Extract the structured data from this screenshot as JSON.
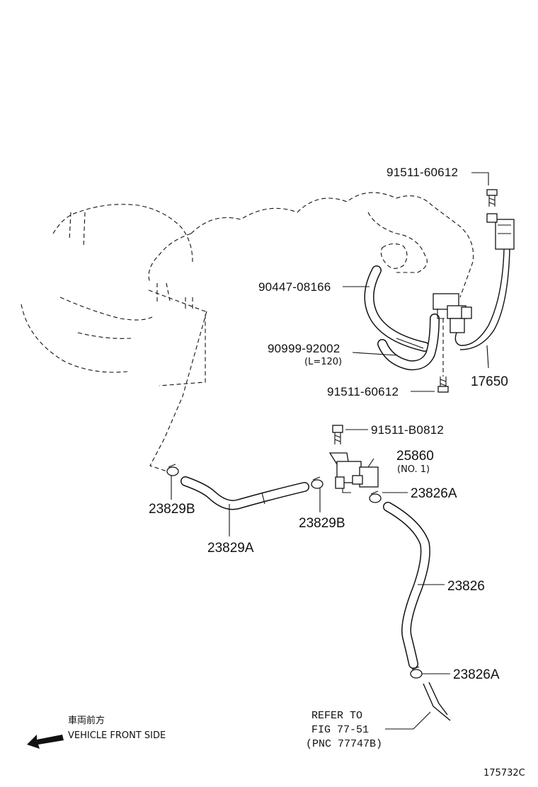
{
  "parts": {
    "bolt_top": "91511-60612",
    "hose_upper": "90447-08166",
    "hose_lower": "90999-92002",
    "hose_lower_length": "(L=120)",
    "bolt_mid": "91511-60612",
    "harness": "17650",
    "bolt_b": "91511-B0812",
    "vsv": "25860",
    "vsv_no": "(NO. 1)",
    "clamp_a1": "23826A",
    "clamp_b_left": "23829B",
    "hose_a": "23829A",
    "clamp_b_right": "23829B",
    "hose_main": "23826",
    "clamp_a2": "23826A"
  },
  "refer": {
    "line1": "REFER TO",
    "line2": "FIG 77-51",
    "line3": "(PNC 77747B)"
  },
  "front_note": {
    "jp": "車両前方",
    "en": "VEHICLE FRONT SIDE"
  },
  "figure_id": "175732C"
}
